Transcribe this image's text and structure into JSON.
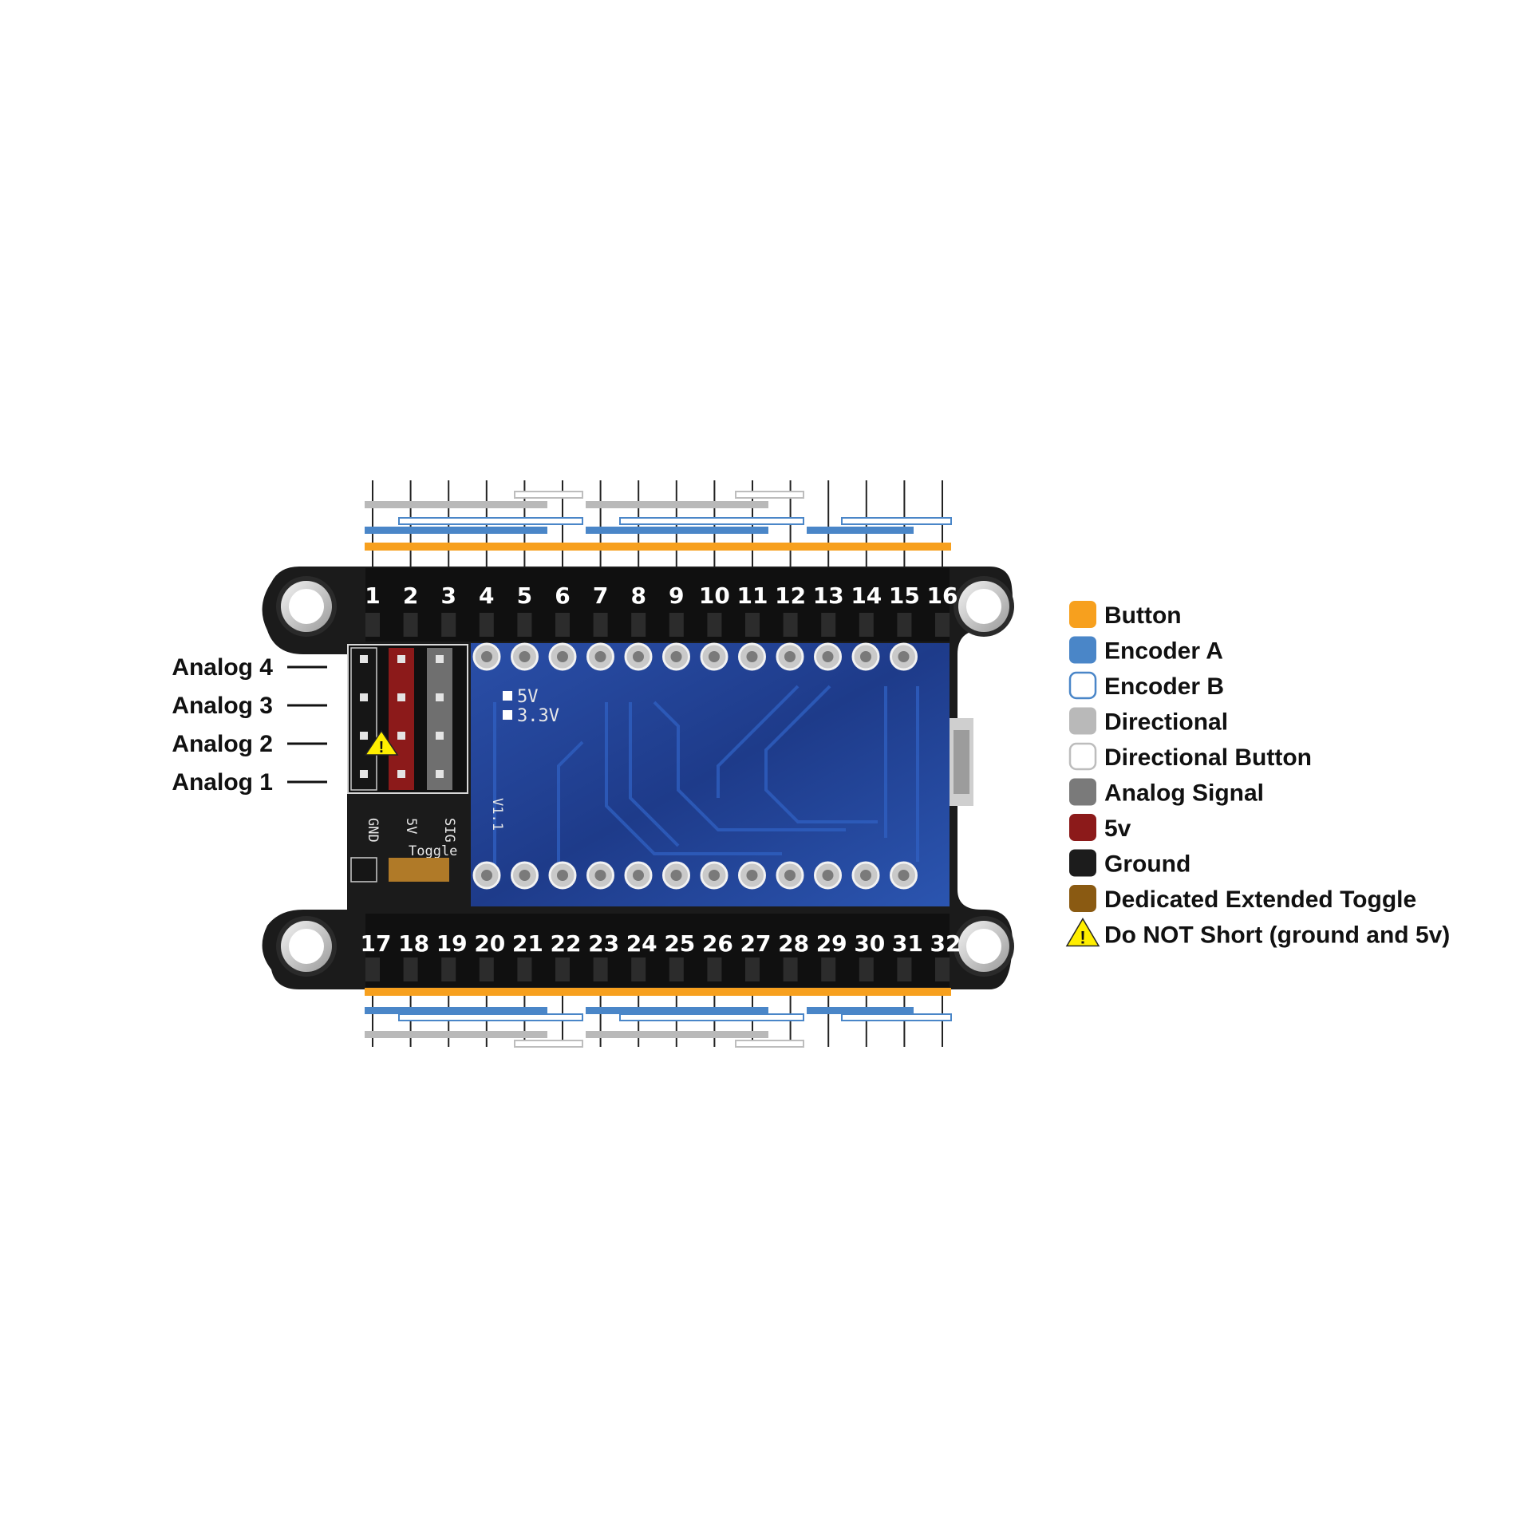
{
  "top_pins": [
    "1",
    "2",
    "3",
    "4",
    "5",
    "6",
    "7",
    "8",
    "9",
    "10",
    "11",
    "12",
    "13",
    "14",
    "15",
    "16"
  ],
  "bottom_pins": [
    "17",
    "18",
    "19",
    "20",
    "21",
    "22",
    "23",
    "24",
    "25",
    "26",
    "27",
    "28",
    "29",
    "30",
    "31",
    "32"
  ],
  "analog_labels": [
    "Analog 4",
    "Analog 3",
    "Analog 2",
    "Analog 1"
  ],
  "silkscreen": {
    "gnd": "GND",
    "five_v": "5V",
    "sig": "SIG",
    "toggle": "Toggle",
    "jumper_5v": "5V",
    "jumper_33v": "3.3V",
    "board_version": "V1.1"
  },
  "legend": [
    {
      "label": "Button",
      "swatch": "#f7a01e",
      "style": "fill"
    },
    {
      "label": "Encoder A",
      "swatch": "#4a86c8",
      "style": "fill"
    },
    {
      "label": "Encoder B",
      "swatch": "#4a86c8",
      "style": "outline"
    },
    {
      "label": "Directional",
      "swatch": "#b9b9b9",
      "style": "fill"
    },
    {
      "label": "Directional Button",
      "swatch": "#bdbdbd",
      "style": "outline"
    },
    {
      "label": "Analog Signal",
      "swatch": "#7a7a7a",
      "style": "fill"
    },
    {
      "label": "5v",
      "swatch": "#8c1a1a",
      "style": "fill"
    },
    {
      "label": "Ground",
      "swatch": "#1c1c1c",
      "style": "fill"
    },
    {
      "label": "Dedicated Extended Toggle",
      "swatch": "#8a5a12",
      "style": "fill"
    },
    {
      "label": "Do NOT Short (ground and 5v)",
      "swatch": "#ffee00",
      "style": "warning"
    }
  ],
  "warning_glyph": "!",
  "colors": {
    "button": "#f7a01e",
    "encoder": "#4a86c8",
    "directional": "#b9b9b9",
    "pcb": "#1b1b1b",
    "blue_board": "#1f3f8e"
  }
}
